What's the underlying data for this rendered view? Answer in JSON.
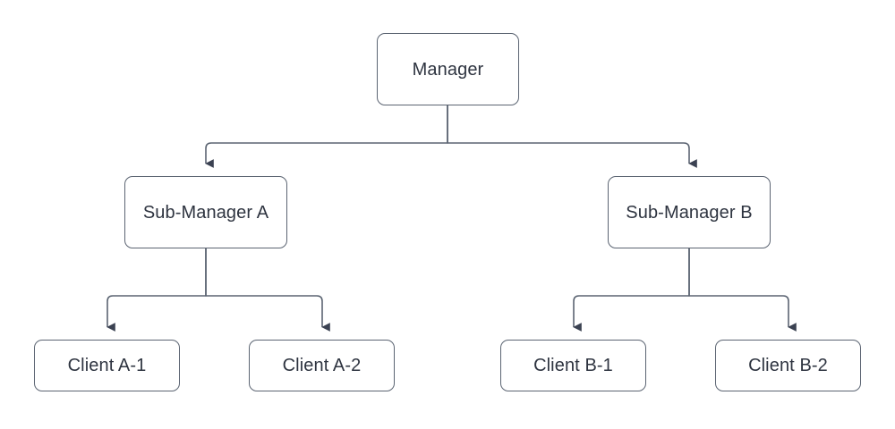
{
  "diagram": {
    "type": "org-chart",
    "title": "",
    "colors": {
      "background": "#ffffff",
      "node_border": "#5b6472",
      "node_fill": "#ffffff",
      "text": "#2e3440",
      "connector": "#5b6472",
      "arrowhead": "#3b4252"
    },
    "nodes": [
      {
        "id": "manager",
        "label": "Manager",
        "level": 0
      },
      {
        "id": "sub_a",
        "label": "Sub-Manager A",
        "level": 1
      },
      {
        "id": "sub_b",
        "label": "Sub-Manager B",
        "level": 1
      },
      {
        "id": "client_a1",
        "label": "Client A-1",
        "level": 2
      },
      {
        "id": "client_a2",
        "label": "Client A-2",
        "level": 2
      },
      {
        "id": "client_b1",
        "label": "Client B-1",
        "level": 2
      },
      {
        "id": "client_b2",
        "label": "Client B-2",
        "level": 2
      }
    ],
    "edges": [
      {
        "from": "manager",
        "to": "sub_a",
        "arrow": true
      },
      {
        "from": "manager",
        "to": "sub_b",
        "arrow": true
      },
      {
        "from": "sub_a",
        "to": "client_a1",
        "arrow": true
      },
      {
        "from": "sub_a",
        "to": "client_a2",
        "arrow": true
      },
      {
        "from": "sub_b",
        "to": "client_b1",
        "arrow": true
      },
      {
        "from": "sub_b",
        "to": "client_b2",
        "arrow": true
      }
    ]
  }
}
